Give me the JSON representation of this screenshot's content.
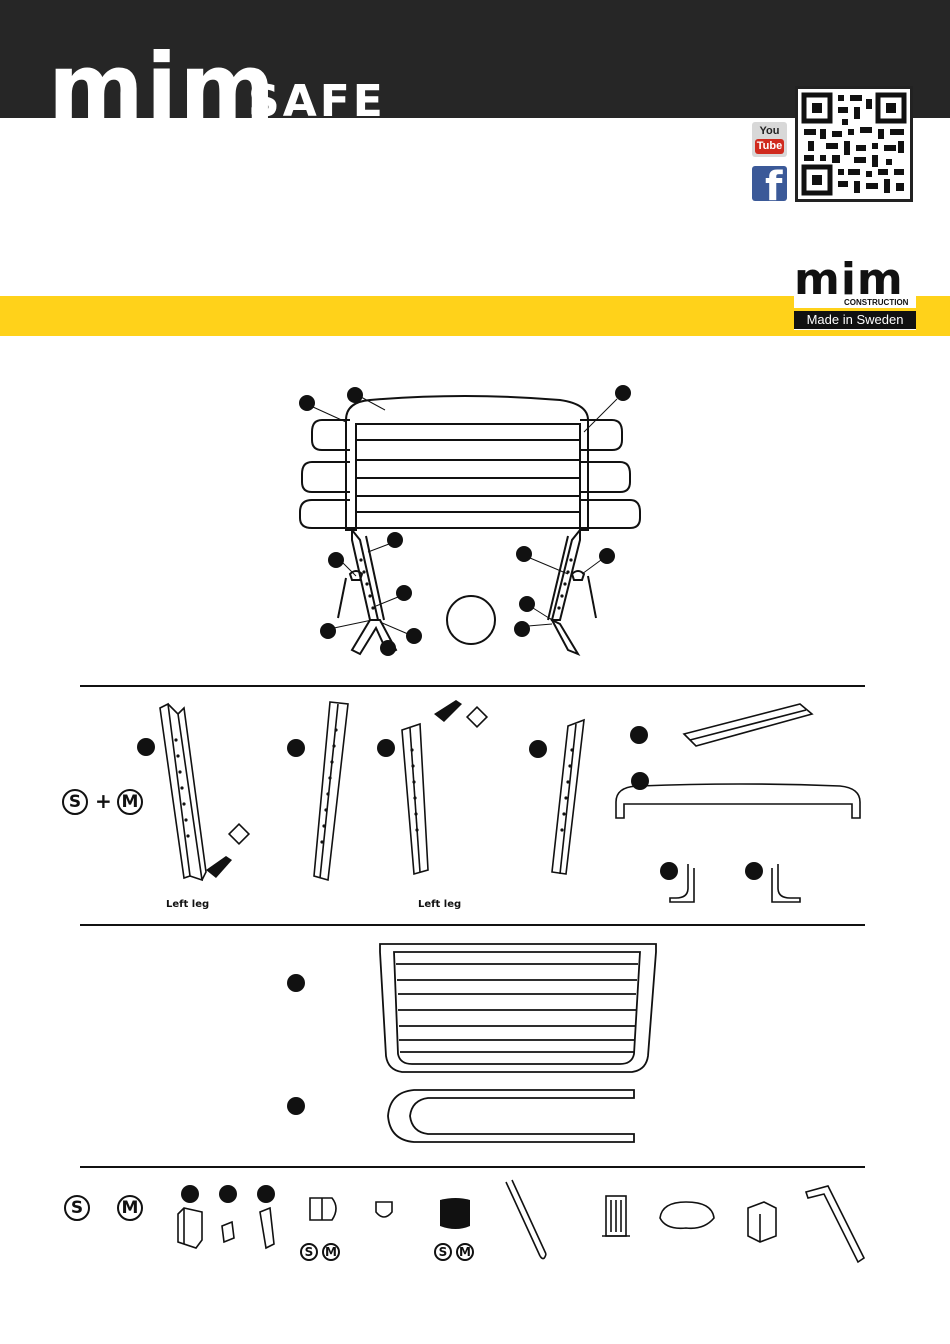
{
  "header": {
    "brand_main": "mim",
    "brand_suffix": "SAFE",
    "social": {
      "youtube_top": "You",
      "youtube_bottom": "Tube",
      "facebook": "f"
    },
    "qr_icon": "qr-code-icon"
  },
  "logo": {
    "word": "mim",
    "construction": "CONSTRUCTION",
    "made_in": "Made in Sweden"
  },
  "colors": {
    "header_bg": "#262626",
    "band": "#ffd21a",
    "ink": "#111111",
    "youtube_red": "#d02a1e",
    "facebook_blue": "#3b5998"
  },
  "components": {
    "size_s": "S",
    "plus": "+",
    "size_m": "M",
    "left_leg_caption_1": "Left leg",
    "left_leg_caption_2": "Left leg"
  },
  "hardware": {
    "size_s": "S",
    "size_m": "M",
    "cap_size_s": "S",
    "cap_size_m": "M",
    "sleeve_size_s": "S",
    "sleeve_size_m": "M"
  }
}
